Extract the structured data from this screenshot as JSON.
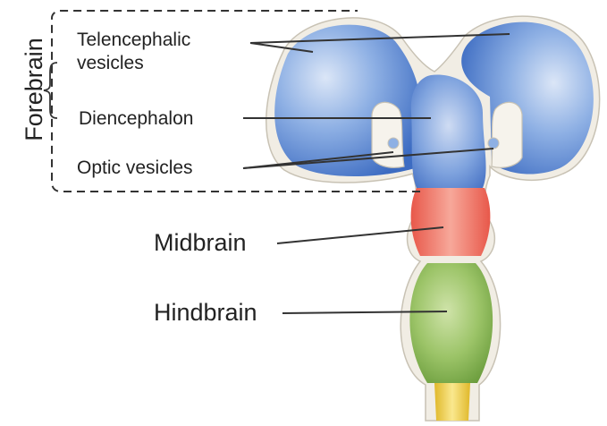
{
  "diagram": {
    "group_label": "Forebrain",
    "labels": {
      "telencephalic": [
        "Telencephalic",
        "vesicles"
      ],
      "diencephalon": "Diencephalon",
      "optic": "Optic vesicles",
      "midbrain": "Midbrain",
      "hindbrain": "Hindbrain"
    }
  },
  "colors": {
    "forebrain": "#4f7fcf",
    "midbrain": "#e8685a",
    "hindbrain": "#7fb24a",
    "spinal": "#e8cc3a"
  }
}
